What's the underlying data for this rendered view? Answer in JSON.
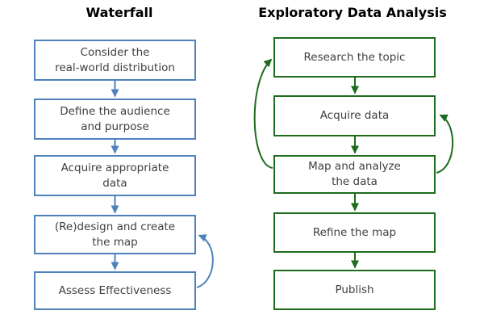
{
  "background_color": "#ffffff",
  "text_color": "#3f3f3f",
  "title_color": "#000000",
  "charts": {
    "waterfall": {
      "title": "Waterfall",
      "color": "#4f81bd",
      "steps": [
        "Consider the\nreal-world distribution",
        "Define the audience\nand purpose",
        "Acquire appropriate\ndata",
        "(Re)design and create\nthe map",
        "Assess Effectiveness"
      ],
      "loops": [
        {
          "from": "Assess Effectiveness",
          "to": "(Re)design and create the map",
          "side": "right"
        }
      ]
    },
    "eda": {
      "title": "Exploratory Data Analysis",
      "color": "#1e6b1e",
      "steps": [
        "Research the topic",
        "Acquire data",
        "Map and analyze\nthe data",
        "Refine the map",
        "Publish"
      ],
      "loops": [
        {
          "from": "Map and analyze the data",
          "to": "Research the topic",
          "side": "left"
        },
        {
          "from": "Map and analyze the data",
          "to": "Acquire data",
          "side": "right"
        }
      ]
    }
  }
}
